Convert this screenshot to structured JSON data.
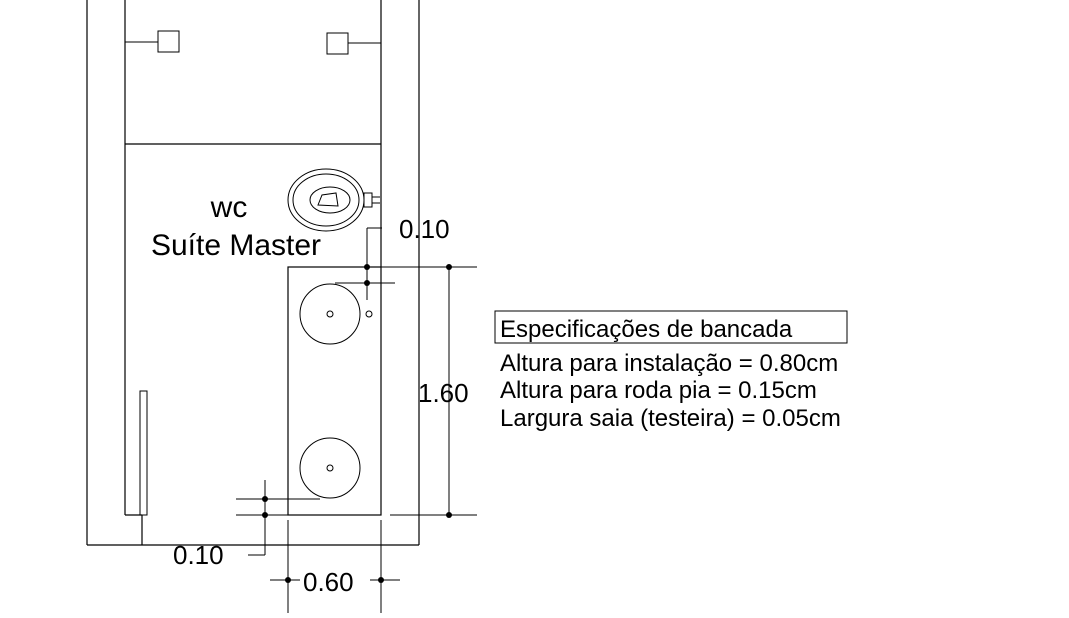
{
  "room": {
    "name_line1": "wc",
    "name_line2": "Suíte Master"
  },
  "dimensions": {
    "top_offset": "0.10",
    "counter_length": "1.60",
    "bottom_offset": "0.10",
    "counter_width": "0.60"
  },
  "specs": {
    "title": "Especificações de bancada",
    "lines": [
      "Altura para instalação = 0.80cm",
      "Altura para roda pia = 0.15cm",
      "Largura saia (testeira) = 0.05cm"
    ]
  }
}
